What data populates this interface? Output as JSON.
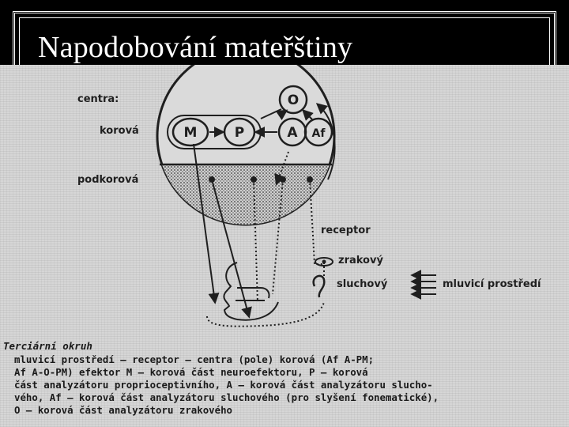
{
  "title": "Napodobování mateřštiny",
  "diagram": {
    "labels": {
      "centra": "centra:",
      "korova": "korová",
      "podkorova": "podkorová",
      "receptor": "receptor",
      "zrakovy": "zrakový",
      "sluchovy": "sluchový",
      "mluvici_prostredi": "mluvicí prostředí"
    },
    "nodes": {
      "m": "M",
      "p": "P",
      "a": "A",
      "af": "Af",
      "o": "O"
    }
  },
  "caption": {
    "title": "Terciární okruh",
    "lines": [
      "mluvicí prostředí — receptor — centra (pole) korová (Af A-PM;",
      "Af A-O-PM) efektor M — korová část neuroefektoru, P — korová",
      "část analyzátoru proprioceptivního, A — korová část analyzátoru slucho-",
      "vého, Af — korová část analyzátoru sluchového (pro slyšení fonematické),",
      "O — korová část analyzátoru zrakového"
    ]
  },
  "colors": {
    "page_background": "#000000",
    "title_text": "#ffffff",
    "scan_paper": "#d6d6d6",
    "ink": "#1f1f1f"
  }
}
